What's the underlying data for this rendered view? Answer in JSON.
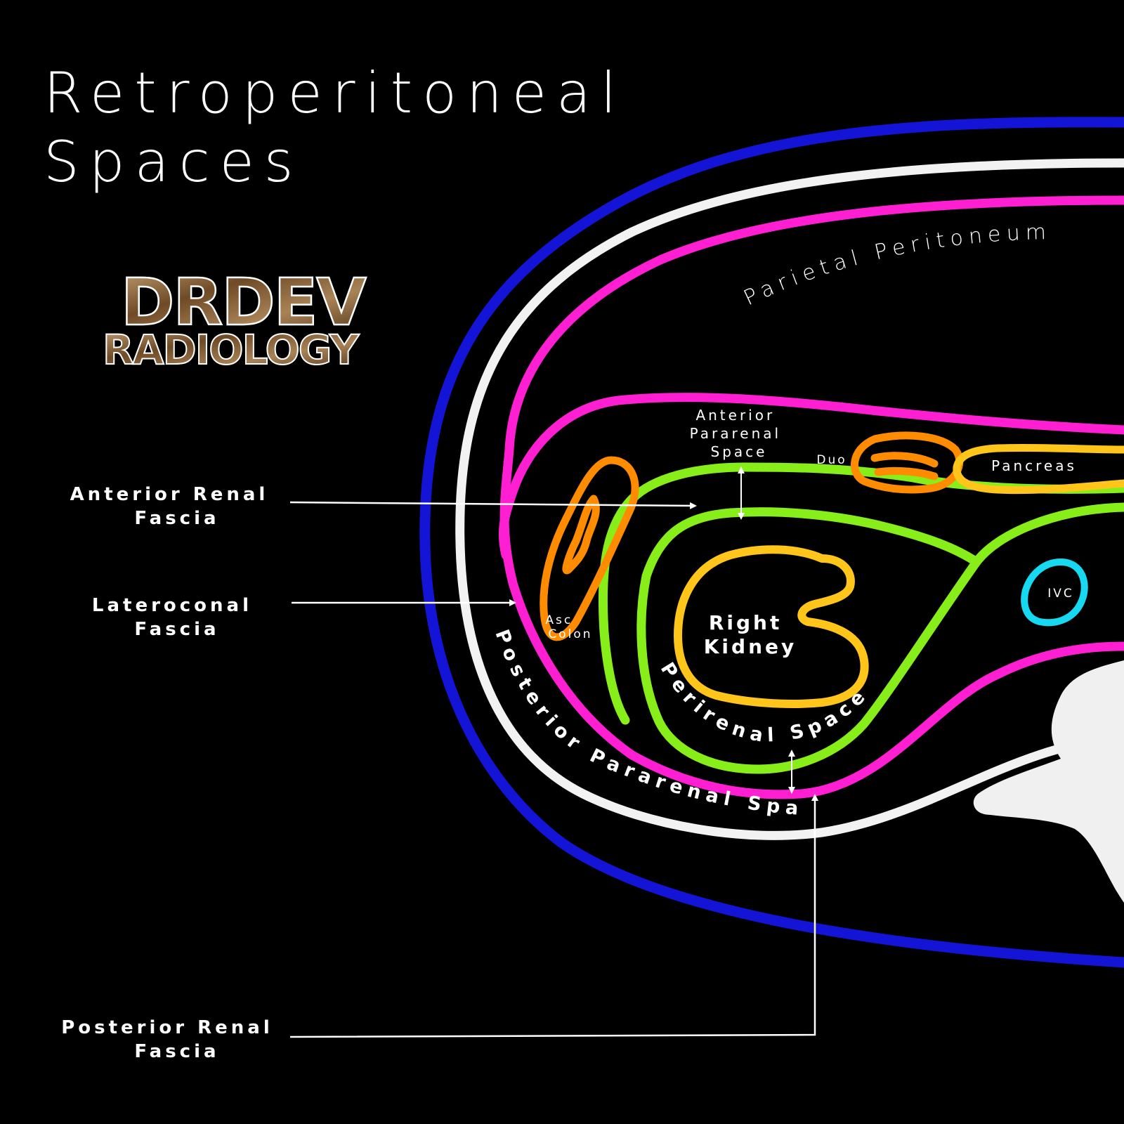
{
  "title": {
    "line1": "Retroperitoneal",
    "line2": "Spaces"
  },
  "logo": {
    "line1": "DRDEV",
    "line2": "RADIOLOGY"
  },
  "labels": {
    "anterior_renal_fascia": [
      "Anterior Renal",
      "Fascia"
    ],
    "lateroconal_fascia": [
      "Lateroconal",
      "Fascia"
    ],
    "posterior_renal_fascia": [
      "Posterior Renal",
      "Fascia"
    ],
    "parietal_peritoneum": "Parietal Peritoneum",
    "anterior_pararenal_space": [
      "Anterior",
      "Pararenal",
      "Space"
    ],
    "duo": "Duo",
    "pancreas": "Pancreas",
    "ivc": "IVC",
    "asc_colon": [
      "Asc",
      "Colon"
    ],
    "right_kidney": [
      "Right",
      "Kidney"
    ],
    "perirenal_space": "Perirenal Space",
    "posterior_pararenal_space": "Posterior Pararenal Space"
  },
  "colors": {
    "background": "#000000",
    "outer_wall": "#1414d6",
    "parietal_peritoneum": "#f2f2f2",
    "fascia_pink": "#ff1fd2",
    "fascia_green": "#88ee1a",
    "colon_orange": "#ff8c00",
    "kidney_yellow": "#ffc51a",
    "ivc_cyan": "#16d8f0",
    "spine": "#f0f0f0"
  }
}
